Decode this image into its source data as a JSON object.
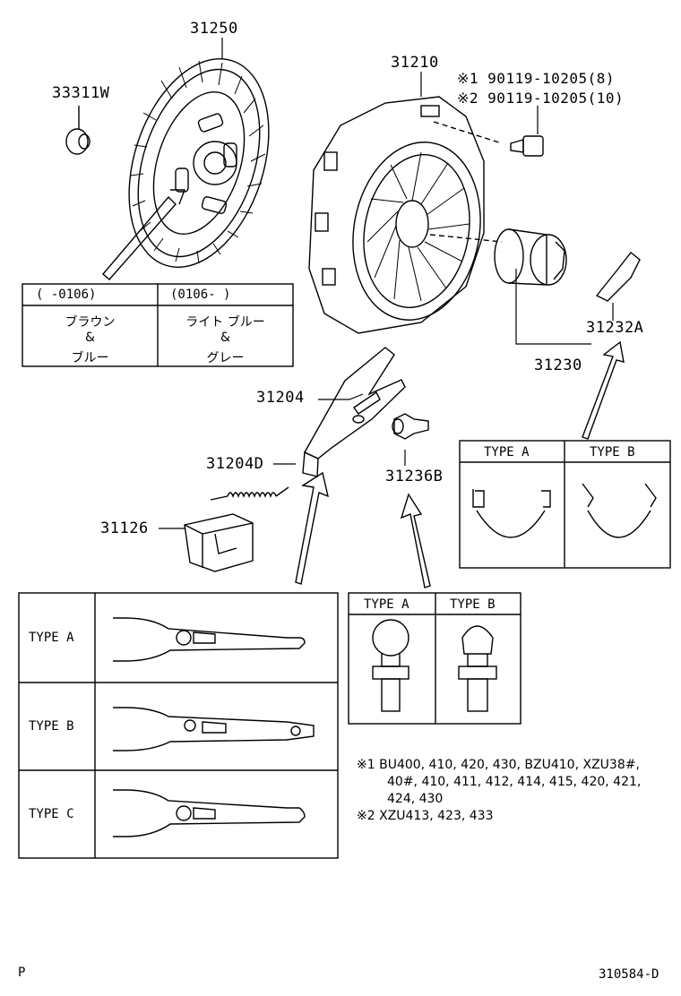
{
  "parts": {
    "disc": "31250",
    "bushing": "33311W",
    "cover": "31210",
    "bolt_note1": "※1  90119-10205(8)",
    "bolt_note2": "※2  90119-10205(10)",
    "bearing": "31230",
    "clip": "31232A",
    "fork": "31204",
    "spring": "31204D",
    "boot": "31126",
    "pivot": "31236B"
  },
  "color_table": {
    "col1_header": "(      -0106)",
    "col2_header": "(0106-      )",
    "col1_l1": "ブラウン",
    "col1_l2": "&",
    "col1_l3": "ブルー",
    "col2_l1": "ライト ブルー",
    "col2_l2": "&",
    "col2_l3": "グレー"
  },
  "clip_table": {
    "type_a": "TYPE A",
    "type_b": "TYPE B"
  },
  "pivot_table": {
    "type_a": "TYPE A",
    "type_b": "TYPE B"
  },
  "fork_table": {
    "type_a": "TYPE A",
    "type_b": "TYPE B",
    "type_c": "TYPE C"
  },
  "notes": {
    "n1_line1": "※1  BU400, 410, 420, 430, BZU410, XZU38#,",
    "n1_line2": "40#, 410, 411, 412, 414, 415, 420, 421,",
    "n1_line3": "424, 430",
    "n2": "※2  XZU413, 423, 433"
  },
  "footer": {
    "left": "P",
    "right": "310584-D"
  }
}
